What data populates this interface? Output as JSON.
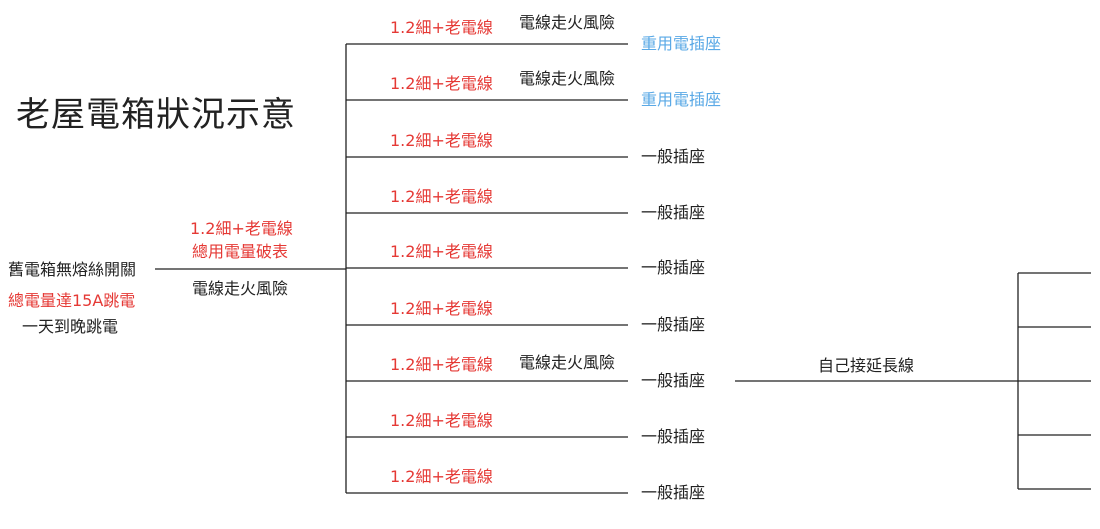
{
  "title": "老屋電箱狀況示意",
  "main_breaker": {
    "label": "舊電箱無熔絲開關",
    "trip_note": "總電量達15A跳電",
    "frequency_note": "一天到晚跳電"
  },
  "trunk": {
    "wire_label": "1.2細+老電線",
    "overload_label": "總用電量破表",
    "risk_label": "電線走火風險"
  },
  "branches": [
    {
      "wire_label": "1.2細+老電線",
      "risk_label": "電線走火風險",
      "outlet_label": "重用電插座",
      "outlet_type": "heavy"
    },
    {
      "wire_label": "1.2細+老電線",
      "risk_label": "電線走火風險",
      "outlet_label": "重用電插座",
      "outlet_type": "heavy"
    },
    {
      "wire_label": "1.2細+老電線",
      "risk_label": "",
      "outlet_label": "一般插座",
      "outlet_type": "normal"
    },
    {
      "wire_label": "1.2細+老電線",
      "risk_label": "",
      "outlet_label": "一般插座",
      "outlet_type": "normal"
    },
    {
      "wire_label": "1.2細+老電線",
      "risk_label": "",
      "outlet_label": "一般插座",
      "outlet_type": "normal"
    },
    {
      "wire_label": "1.2細+老電線",
      "risk_label": "",
      "outlet_label": "一般插座",
      "outlet_type": "normal"
    },
    {
      "wire_label": "1.2細+老電線",
      "risk_label": "電線走火風險",
      "outlet_label": "一般插座",
      "outlet_type": "normal"
    },
    {
      "wire_label": "1.2細+老電線",
      "risk_label": "",
      "outlet_label": "一般插座",
      "outlet_type": "normal"
    },
    {
      "wire_label": "1.2細+老電線",
      "risk_label": "",
      "outlet_label": "一般插座",
      "outlet_type": "normal"
    }
  ],
  "extension": {
    "label": "自己接延長線",
    "outlet_count": 5
  },
  "colors": {
    "warning": "#e53935",
    "heavy_outlet": "#5aa9e6",
    "text": "#222222",
    "line": "#222222"
  }
}
